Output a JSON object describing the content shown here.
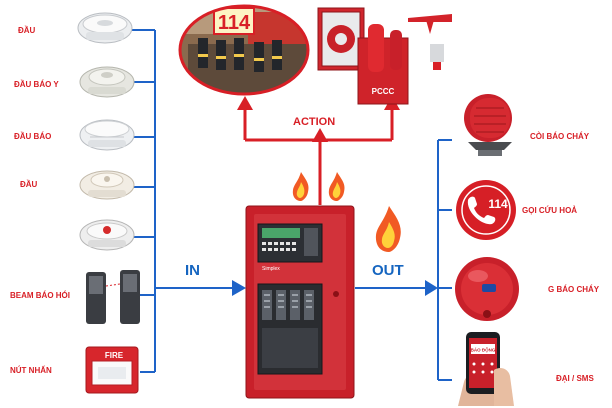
{
  "inputs": [
    {
      "label": "ĐẦU"
    },
    {
      "label": "ĐẦU BÁO      Y"
    },
    {
      "label": "ĐẦU BÁO"
    },
    {
      "label": "ĐẦU"
    },
    {
      "label": ""
    },
    {
      "label": "BEAM BÁO    HÓI"
    },
    {
      "label": "NÚT NHẤN"
    }
  ],
  "flow": {
    "in_label": "IN",
    "out_label": "OUT",
    "action_label": "ACTION"
  },
  "action_images": {
    "badge": "114"
  },
  "panel": {
    "brand": "Simplex"
  },
  "outputs": [
    {
      "label": "CÒI BÁO CHÁY"
    },
    {
      "label": "GỌI CỨU HOẢ",
      "badge": "114"
    },
    {
      "label": "G BÁO CHÁY"
    },
    {
      "label": "ĐẠI / SMS",
      "screen": "BÁO ĐỘNG"
    }
  ],
  "manual_call": {
    "text": "FIRE"
  },
  "extinguisher": {
    "text": "PCCC"
  },
  "colors": {
    "accent_red": "#d81f26",
    "line_blue": "#1e63c8",
    "panel_red": "#c8202a"
  }
}
